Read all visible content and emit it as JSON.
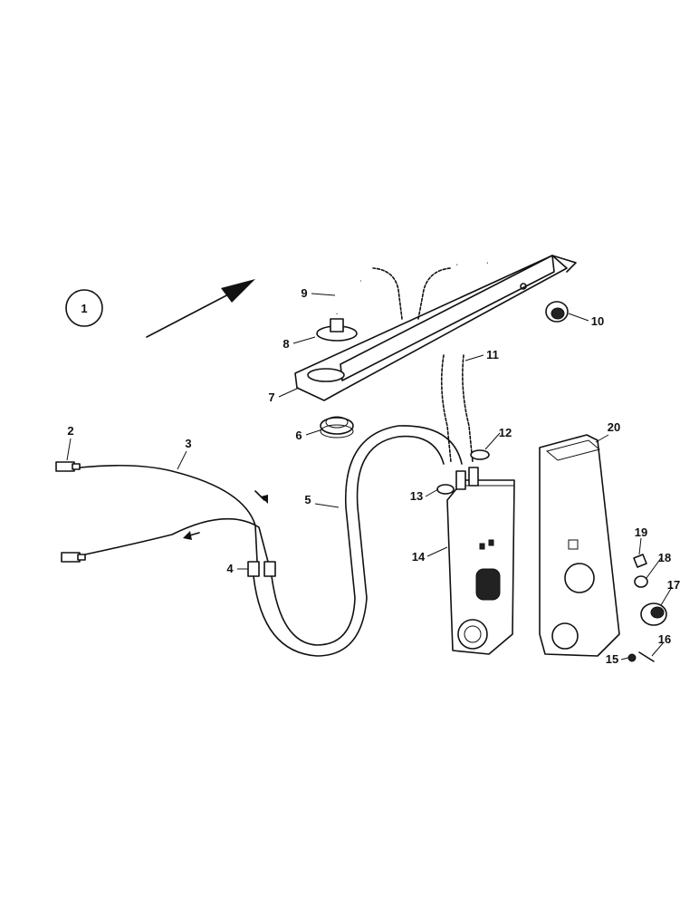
{
  "diagram": {
    "view_marker": "1",
    "callouts": [
      "2",
      "3",
      "4",
      "5",
      "6",
      "7",
      "8",
      "9",
      "10",
      "11",
      "12",
      "13",
      "14",
      "15",
      "16",
      "17",
      "18",
      "19",
      "20"
    ]
  }
}
